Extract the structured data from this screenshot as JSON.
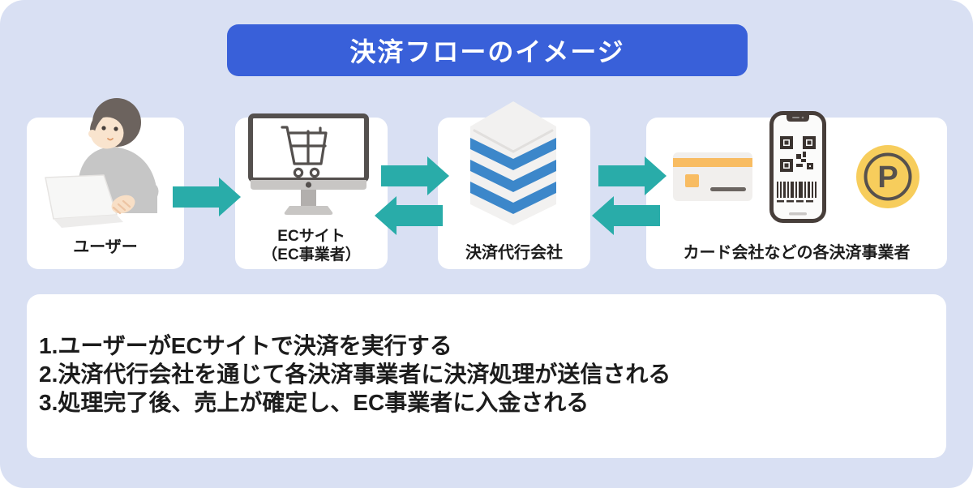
{
  "title": "決済フローのイメージ",
  "nodes": [
    {
      "label": "ユーザー",
      "icon": "person-laptop-illustration"
    },
    {
      "label": "ECサイト",
      "sublabel": "（EC事業者）",
      "icon": "monitor-shopping-cart-icon"
    },
    {
      "label": "決済代行会社",
      "icon": "layer-stack-icon"
    },
    {
      "label": "カード会社などの各決済事業者",
      "icons": [
        "credit-card-icon",
        "qr-code-phone-icon",
        "point-coin-icon"
      ]
    }
  ],
  "coin_letter": "P",
  "arrows": [
    {
      "from": "ユーザー",
      "to": "ECサイト",
      "direction": "right"
    },
    {
      "from": "ECサイト",
      "to": "決済代行会社",
      "direction": "both"
    },
    {
      "from": "決済代行会社",
      "to": "カード会社などの各決済事業者",
      "direction": "both"
    }
  ],
  "steps": [
    "1.ユーザーがECサイトで決済を実行する",
    "2.決済代行会社を通じて各決済事業者に決済処理が送信される",
    "3.処理完了後、売上が確定し、EC事業者に入金される"
  ],
  "colors": {
    "background": "#D9E0F3",
    "title_bar_blue": "#3960D9",
    "arrow_teal": "#29ACA9",
    "card_white": "#FFFFFF",
    "stack_blue": "#3C87CA",
    "credit_card_orange": "#F8BC62",
    "coin_yellow": "#F7CD5C",
    "text_dark": "#1C1C1C"
  }
}
